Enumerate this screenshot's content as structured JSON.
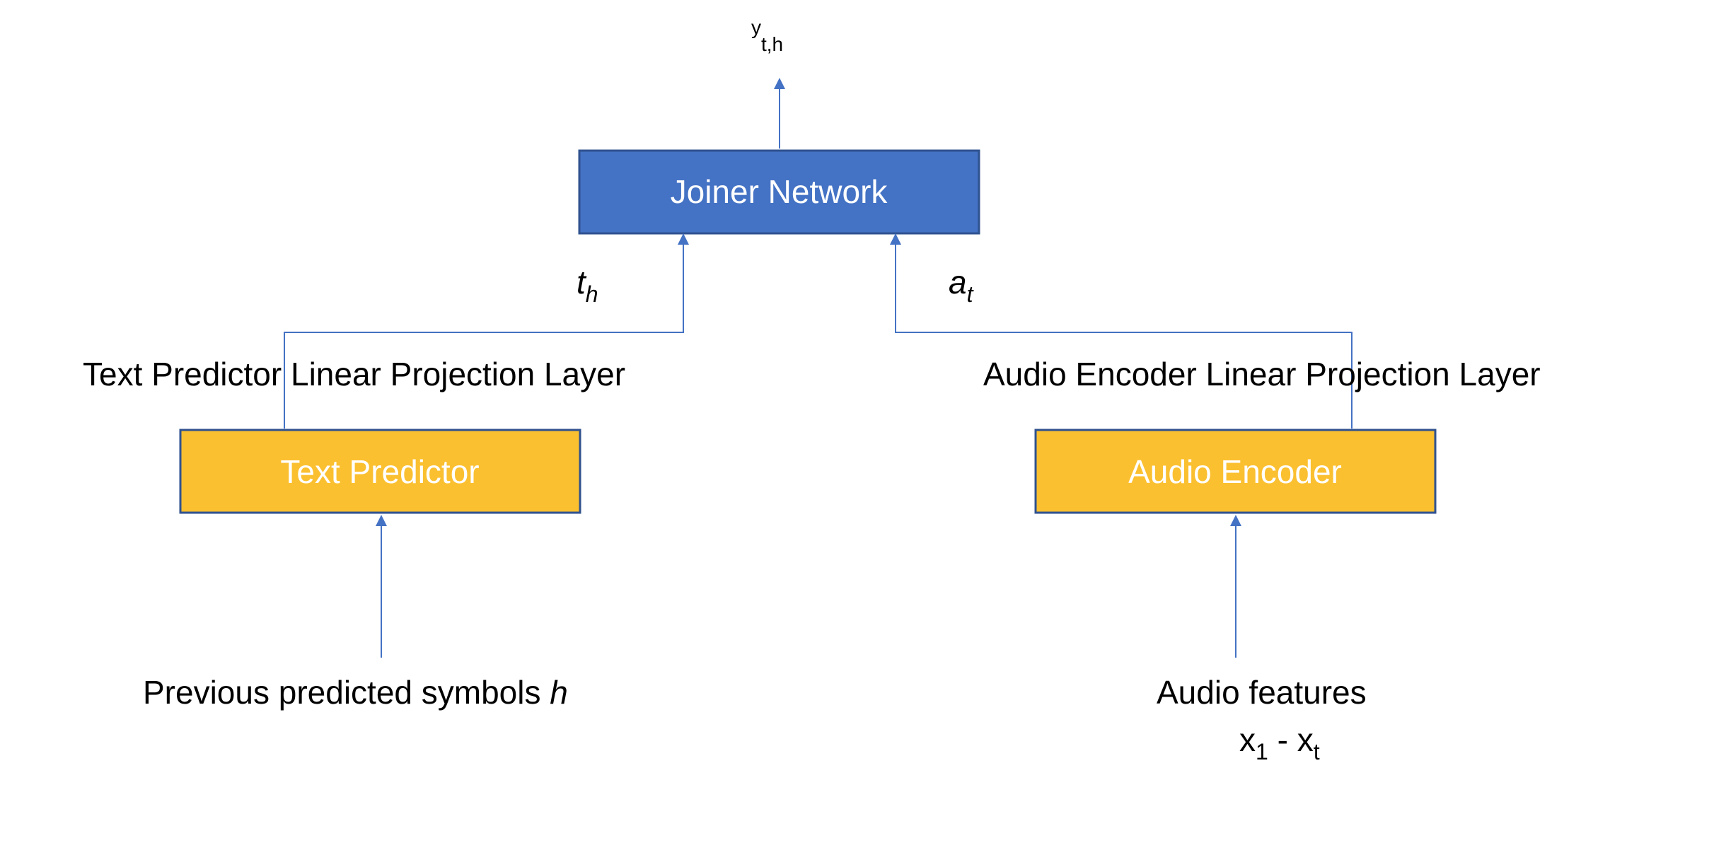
{
  "colors": {
    "joiner_fill": "#4472C4",
    "joiner_stroke": "#2F528F",
    "block_fill": "#FBC030",
    "block_stroke": "#2F528F",
    "connector": "#4472C4",
    "box_text": "#FFFFFF"
  },
  "nodes": {
    "joiner": {
      "label": "Joiner Network"
    },
    "text_predictor": {
      "label": "Text Predictor"
    },
    "audio_encoder": {
      "label": "Audio Encoder"
    }
  },
  "labels": {
    "output": {
      "base": "y",
      "sub": "t,h"
    },
    "text_projection": "Text Predictor Linear Projection Layer",
    "audio_projection": "Audio Encoder Linear Projection Layer",
    "th": {
      "base": "t",
      "sub": "h"
    },
    "at": {
      "base": "a",
      "sub": "t"
    },
    "prev_symbols": {
      "text": "Previous predicted symbols ",
      "var": "h"
    },
    "audio_features": "Audio features",
    "audio_range": {
      "a": "x",
      "a_sub": "1",
      "sep": " - ",
      "b": "x",
      "b_sub": "t"
    }
  },
  "edges": [
    {
      "from": "joiner",
      "to": "output"
    },
    {
      "from": "text_predictor",
      "to": "joiner"
    },
    {
      "from": "audio_encoder",
      "to": "joiner"
    },
    {
      "from": "prev_symbols",
      "to": "text_predictor"
    },
    {
      "from": "audio_features",
      "to": "audio_encoder"
    }
  ]
}
